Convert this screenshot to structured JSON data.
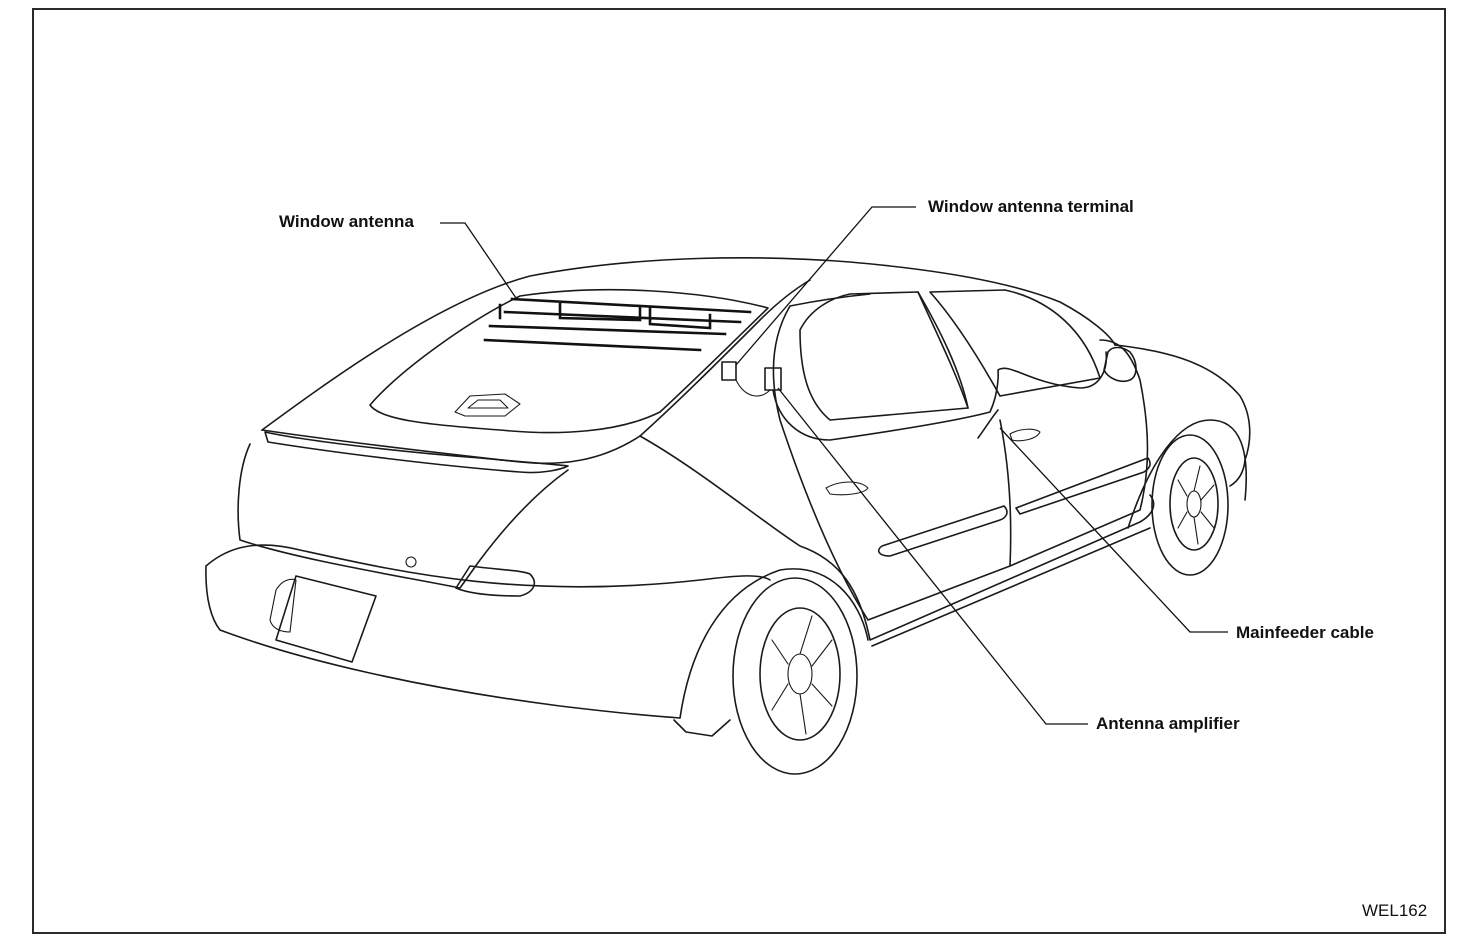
{
  "diagram": {
    "callouts": {
      "window_antenna": "Window antenna",
      "window_antenna_terminal": "Window antenna terminal",
      "mainfeeder_cable": "Mainfeeder cable",
      "antenna_amplifier": "Antenna amplifier"
    },
    "figure_code": "WEL162",
    "colors": {
      "line": "#1a1a1a",
      "background": "#ffffff"
    }
  }
}
